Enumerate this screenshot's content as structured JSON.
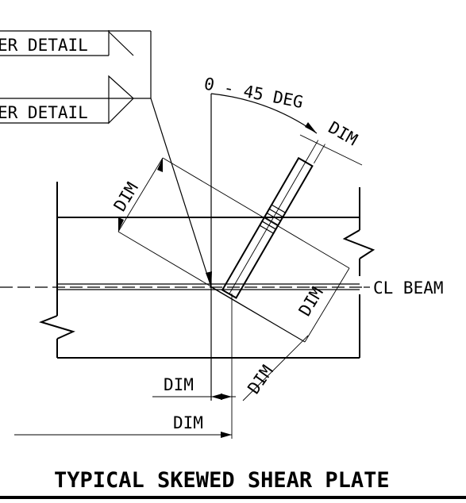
{
  "labels": {
    "weld_detail_1": "ER DETAIL",
    "weld_detail_2": "ER DETAIL",
    "angle_range": "0 - 45 DEG",
    "dim_plate_offset": "DIM",
    "dim_plate_width": "DIM",
    "dim_skew_upper": "DIM",
    "dim_skew_lower": "DIM",
    "dim_horizontal_short": "DIM",
    "dim_horizontal_long": "DIM",
    "centerline_beam": "CL BEAM",
    "title": "TYPICAL SKEWED SHEAR PLATE"
  }
}
